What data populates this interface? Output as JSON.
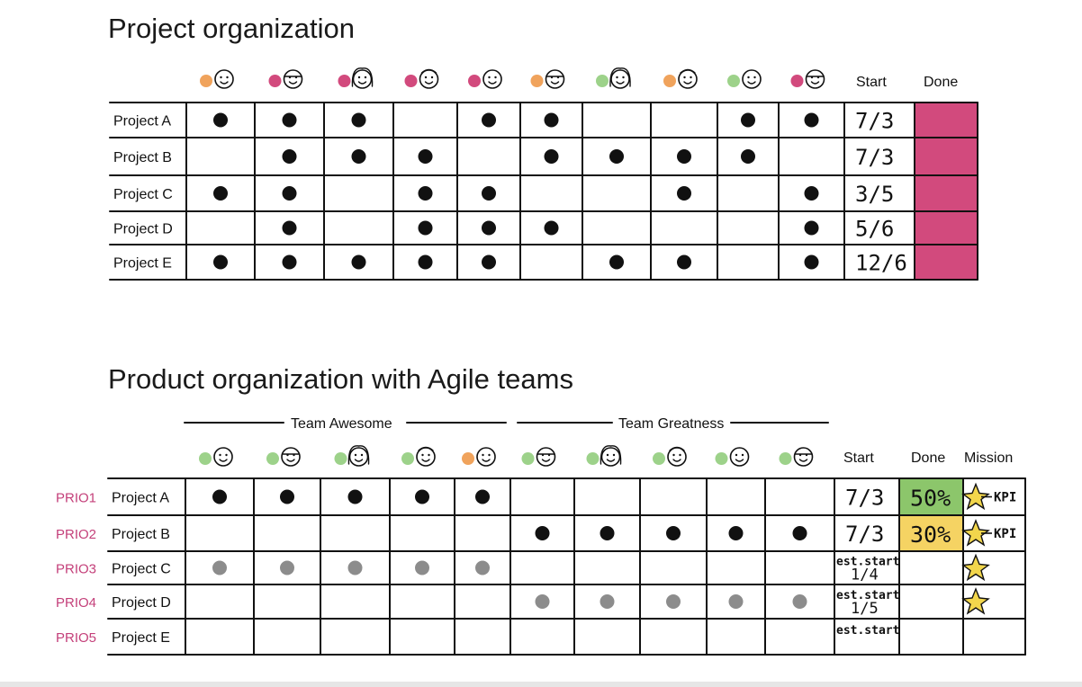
{
  "colors": {
    "orange": "#f0a35c",
    "pink": "#d24a7d",
    "green": "#9dd28a",
    "done_pink": "#d24a7d",
    "done_green": "#8cc66b",
    "done_yellow": "#f5d363",
    "star": "#f2d64c",
    "prio_text": "#c4407a",
    "gray_dot": "#8c8c8c"
  },
  "section1": {
    "title": "Project organization",
    "start_header": "Start",
    "done_header": "Done",
    "people": [
      "orange",
      "pink",
      "pink",
      "pink",
      "pink",
      "orange",
      "green",
      "orange",
      "green",
      "pink"
    ],
    "rows": [
      {
        "label": "Project A",
        "cells": [
          1,
          1,
          1,
          0,
          1,
          1,
          0,
          0,
          1,
          1
        ],
        "start": "7/3"
      },
      {
        "label": "Project B",
        "cells": [
          0,
          1,
          1,
          1,
          0,
          1,
          1,
          1,
          1,
          0
        ],
        "start": "7/3"
      },
      {
        "label": "Project C",
        "cells": [
          1,
          1,
          0,
          1,
          1,
          0,
          0,
          1,
          0,
          1
        ],
        "start": "3/5"
      },
      {
        "label": "Project D",
        "cells": [
          0,
          1,
          0,
          1,
          1,
          1,
          0,
          0,
          0,
          1
        ],
        "start": "5/6"
      },
      {
        "label": "Project E",
        "cells": [
          1,
          1,
          1,
          1,
          1,
          0,
          1,
          1,
          0,
          1
        ],
        "start": "12/6"
      }
    ]
  },
  "section2": {
    "title": "Product organization with Agile teams",
    "team1": "Team Awesome",
    "team2": "Team Greatness",
    "start_header": "Start",
    "done_header": "Done",
    "mission_header": "Mission",
    "people": [
      "green",
      "green",
      "green",
      "green",
      "orange",
      "green",
      "green",
      "green",
      "green",
      "green"
    ],
    "rows": [
      {
        "prio": "PRIO1",
        "label": "Project A",
        "cells": [
          1,
          1,
          1,
          1,
          1,
          0,
          0,
          0,
          0,
          0
        ],
        "start": "7/3",
        "done": "50%",
        "done_color": "green",
        "mission": "star",
        "mission_text": "KPI"
      },
      {
        "prio": "PRIO2",
        "label": "Project B",
        "cells": [
          0,
          0,
          0,
          0,
          0,
          1,
          1,
          1,
          1,
          1
        ],
        "start": "7/3",
        "done": "30%",
        "done_color": "yellow",
        "mission": "star",
        "mission_text": "KPI"
      },
      {
        "prio": "PRIO3",
        "label": "Project C",
        "cells": [
          2,
          2,
          2,
          2,
          2,
          0,
          0,
          0,
          0,
          0
        ],
        "start_line1": "est.start",
        "start_line2": "1/4",
        "done": "",
        "mission": "star",
        "mission_text": ""
      },
      {
        "prio": "PRIO4",
        "label": "Project D",
        "cells": [
          0,
          0,
          0,
          0,
          0,
          2,
          2,
          2,
          2,
          2
        ],
        "start_line1": "est.start",
        "start_line2": "1/5",
        "done": "",
        "mission": "star",
        "mission_text": ""
      },
      {
        "prio": "PRIO5",
        "label": "Project E",
        "cells": [
          0,
          0,
          0,
          0,
          0,
          0,
          0,
          0,
          0,
          0
        ],
        "start_line1": "est.start",
        "start_line2": "",
        "done": "",
        "mission": "none",
        "mission_text": ""
      }
    ]
  }
}
